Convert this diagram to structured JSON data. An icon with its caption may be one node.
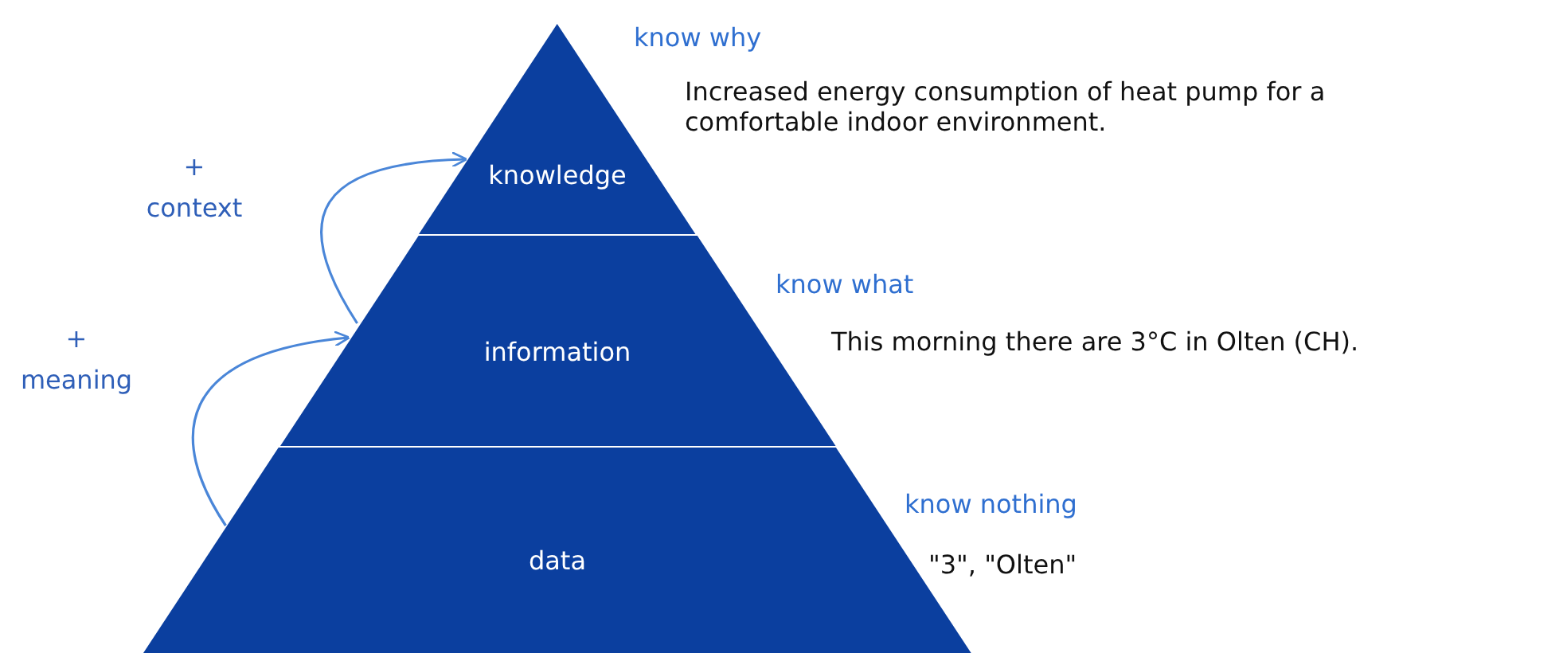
{
  "diagram": {
    "nodes": [
      {
        "text": [
          "knowledge"
        ],
        "beside": [
          "know why",
          "Increased energy consumption of heat pump for a comfortable indoor environment."
        ]
      },
      {
        "text": [
          "information"
        ],
        "beside": [
          "know what",
          "This morning there are 3°C in Olten (CH)."
        ]
      },
      {
        "text": [
          "data"
        ],
        "beside": [
          "know nothing",
          "\"3\", \"Olten\""
        ]
      }
    ],
    "edges": [
      {
        "from": 2,
        "to": 1,
        "arrow": "to",
        "label": "+ meaning"
      },
      {
        "from": 1,
        "to": 0,
        "arrow": "to",
        "label": "+ context"
      }
    ]
  }
}
